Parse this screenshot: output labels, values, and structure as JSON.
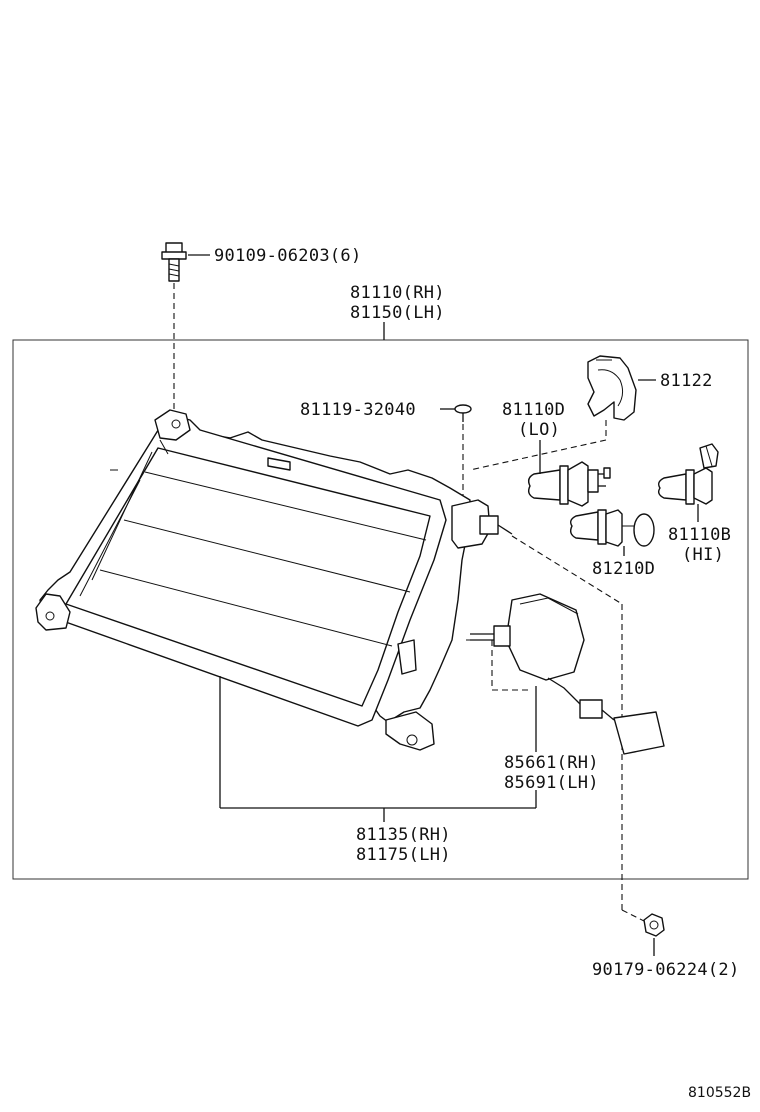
{
  "diagram": {
    "labels": {
      "bolt": "90109-06203(6)",
      "unit_rh": "81110(RH)",
      "unit_lh": "81150(LH)",
      "screw": "81119-32040",
      "bulb_lo": "81110D",
      "bulb_lo_sub": "(LO)",
      "retainer": "81122",
      "bulb_hi": "81110B",
      "bulb_hi_sub": "(HI)",
      "bulb_small": "81210D",
      "leveling_rh": "85661(RH)",
      "leveling_lh": "85691(LH)",
      "housing_rh": "81135(RH)",
      "housing_lh": "81175(LH)",
      "nut": "90179-06224(2)",
      "figure_code": "810552B"
    }
  }
}
